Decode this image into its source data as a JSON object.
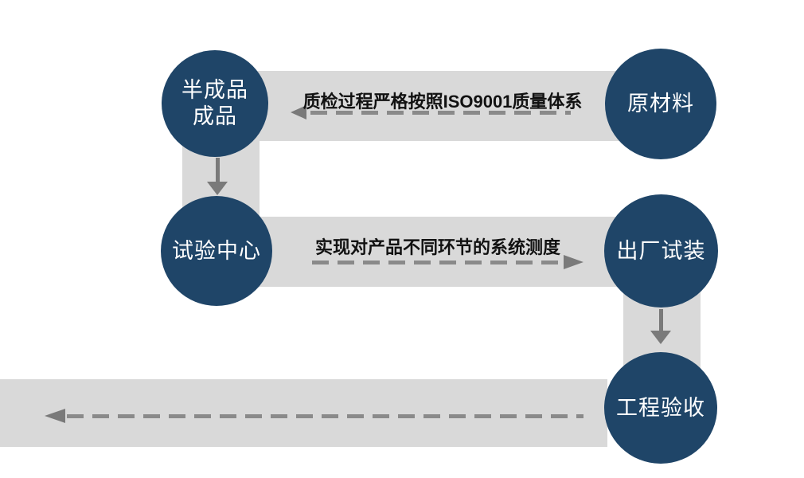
{
  "diagram": {
    "type": "process-flow",
    "background": "#ffffff",
    "colors": {
      "node_fill": "#1f4568",
      "node_text": "#ffffff",
      "band": "#d9d9d9",
      "arrow": "#7a7a7a",
      "dash": "#8a8a8a",
      "label_text": "#111111"
    },
    "circles": [
      {
        "name": "semi-finished-and-finished-products",
        "line1": "半成品",
        "line2": "成品"
      },
      {
        "name": "raw-materials",
        "line1": "原材料",
        "line2": ""
      },
      {
        "name": "test-center",
        "line1": "试验中心",
        "line2": ""
      },
      {
        "name": "factory-trial-assembly",
        "line1": "出厂试装",
        "line2": ""
      },
      {
        "name": "engineering-acceptance",
        "line1": "工程验收",
        "line2": ""
      }
    ],
    "flow_labels": {
      "top": "质检过程严格按照ISO9001质量体系",
      "middle": "实现对产品不同环节的系统测度"
    },
    "arrows": [
      {
        "name": "top-flow-arrow",
        "direction": "left",
        "style": "dashed"
      },
      {
        "name": "left-down-arrow",
        "direction": "down",
        "style": "solid"
      },
      {
        "name": "middle-flow-arrow",
        "direction": "right",
        "style": "dashed"
      },
      {
        "name": "right-down-arrow",
        "direction": "down",
        "style": "solid"
      },
      {
        "name": "bottom-flow-arrow",
        "direction": "left",
        "style": "dashed"
      }
    ]
  }
}
